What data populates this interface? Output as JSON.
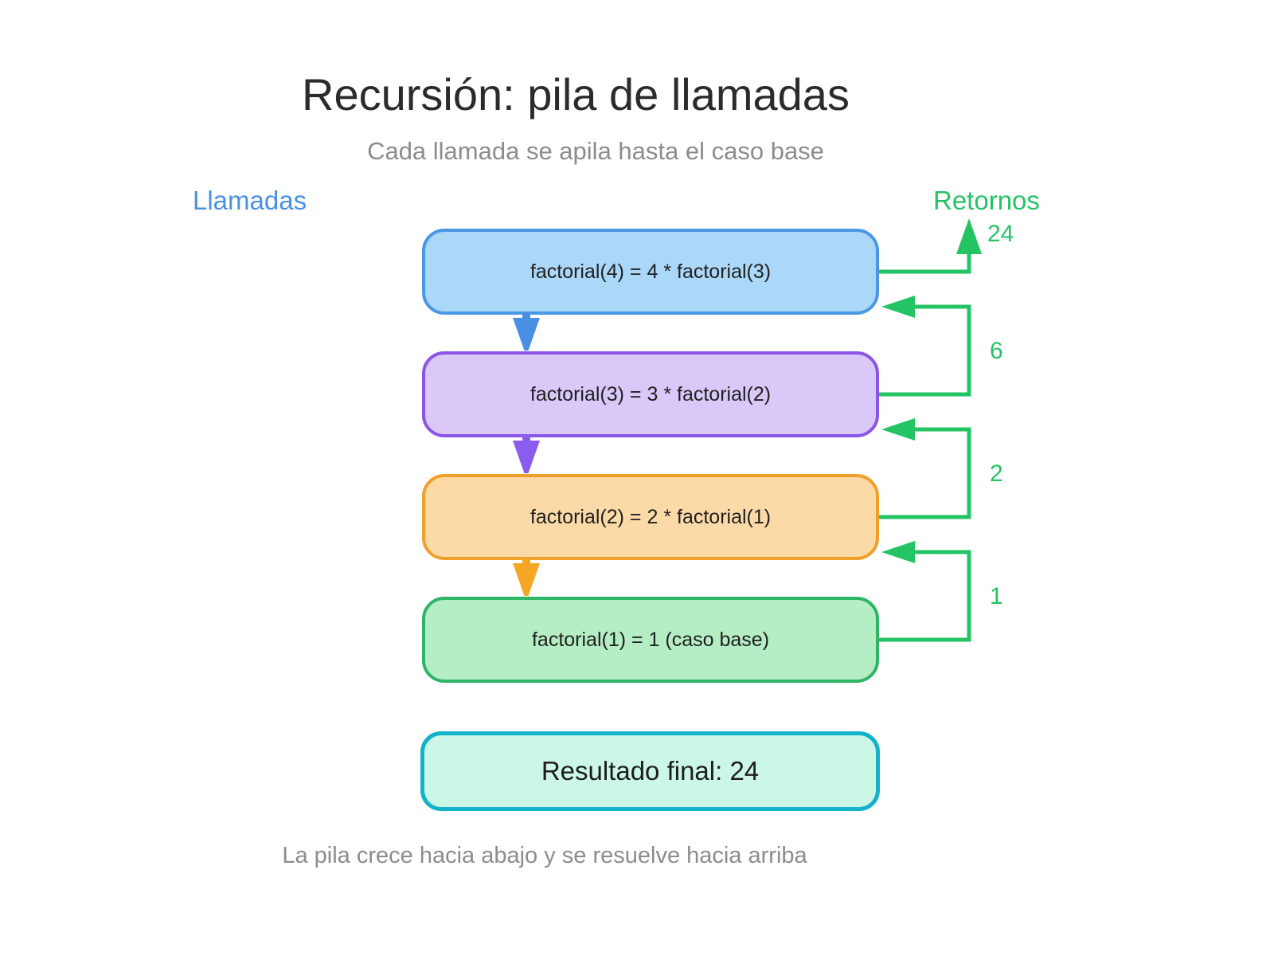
{
  "title": "Recursión: pila de llamadas",
  "subtitle": "Cada llamada se apila hasta el caso base",
  "columns": {
    "calls_label": "Llamadas",
    "calls_color": "#4a90e2",
    "returns_label": "Retornos",
    "returns_color": "#24c364"
  },
  "stack": {
    "frames": [
      {
        "label": "factorial(4) = 4 * factorial(3)",
        "fill_color": "#abd7f8",
        "border_color": "#4a97e5",
        "call_arrow_color": "#4a90e2"
      },
      {
        "label": "factorial(3) = 3 * factorial(2)",
        "fill_color": "#d9c8f8",
        "border_color": "#8b55e8",
        "call_arrow_color": "#8b5cf0"
      },
      {
        "label": "factorial(2) = 2 * factorial(1)",
        "fill_color": "#fcdaa8",
        "border_color": "#f0a02a",
        "call_arrow_color": "#f5a623"
      },
      {
        "label": "factorial(1) = 1 (caso base)",
        "fill_color": "#b5edc4",
        "border_color": "#2eb565"
      }
    ]
  },
  "returns": {
    "arrow_color": "#24c364",
    "values": [
      "24",
      "6",
      "2",
      "1"
    ]
  },
  "result": {
    "label": "Resultado final: 24",
    "fill_color": "#ccf7e6",
    "border_color": "#12b2ca"
  },
  "caption": "La pila crece hacia abajo y se resuelve hacia arriba"
}
